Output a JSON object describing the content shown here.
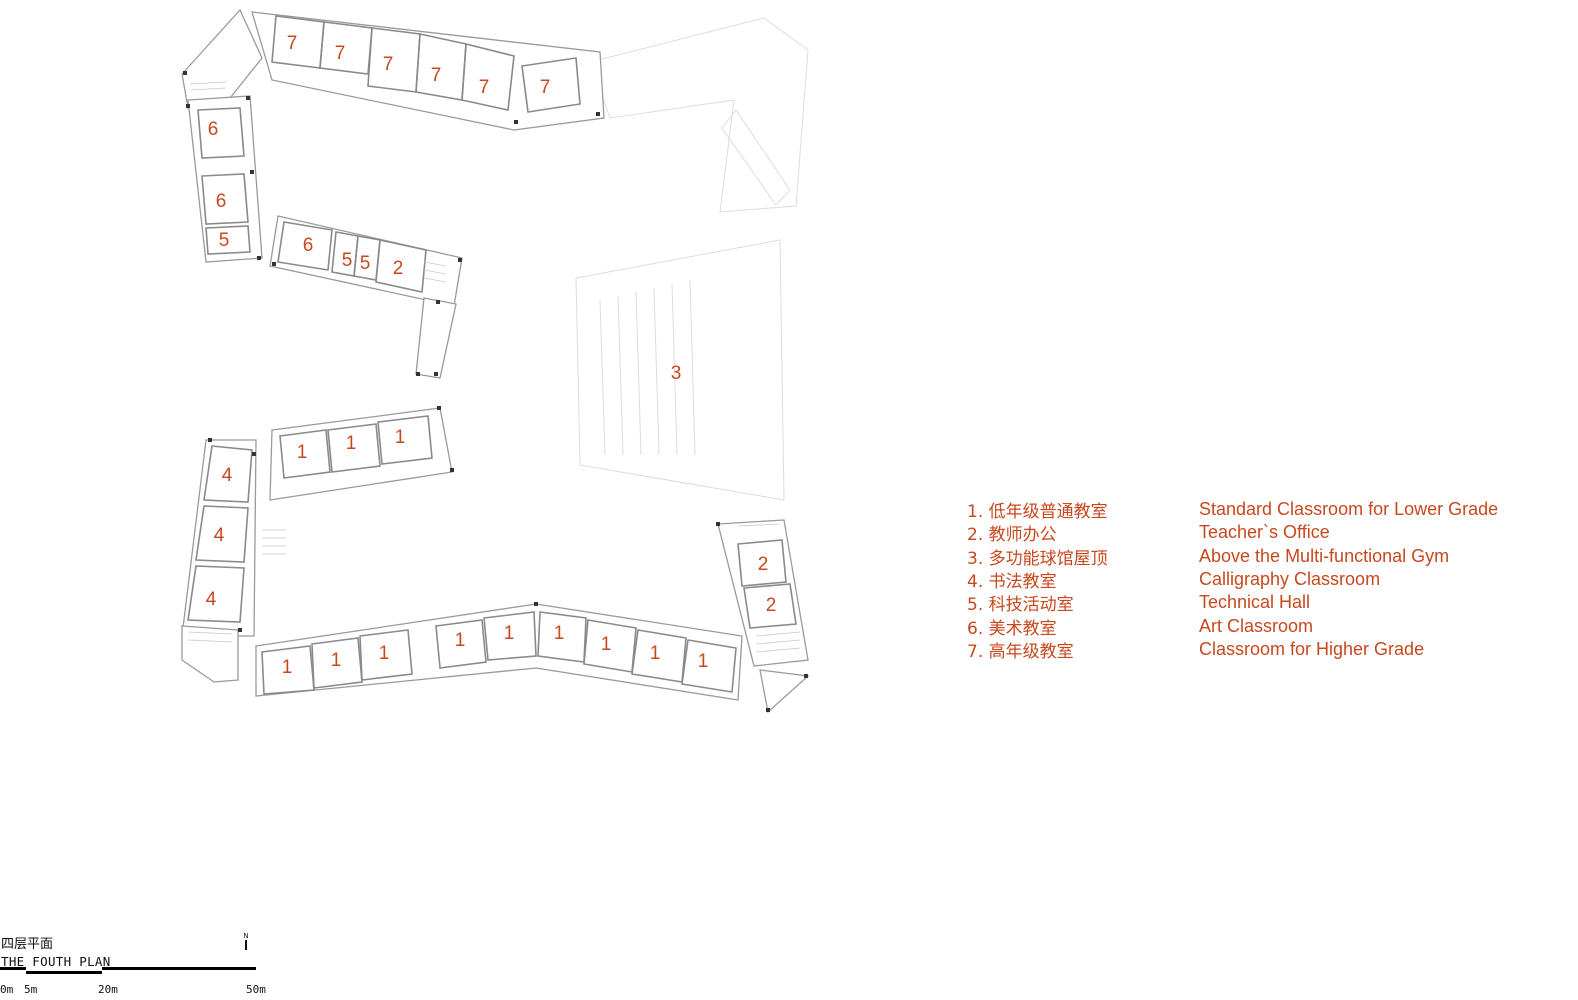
{
  "plan": {
    "room_numbers": {
      "r7": "7",
      "r6": "6",
      "r5": "5",
      "r2": "2",
      "r3": "3",
      "r1": "1",
      "r4": "4"
    }
  },
  "legend": [
    {
      "zh": "1. 低年级普通教室",
      "en": "Standard Classroom for Lower Grade"
    },
    {
      "zh": "2. 教师办公",
      "en": "Teacher`s Office"
    },
    {
      "zh": "3. 多功能球馆屋顶",
      "en": "Above the Multi-functional Gym"
    },
    {
      "zh": "4. 书法教室",
      "en": "Calligraphy Classroom"
    },
    {
      "zh": "5. 科技活动室",
      "en": "Technical Hall"
    },
    {
      "zh": "6. 美术教室",
      "en": "Art Classroom"
    },
    {
      "zh": "7. 高年级教室",
      "en": "Classroom for Higher Grade"
    }
  ],
  "title": {
    "zh": "四层平面",
    "en": "THE FOUTH PLAN"
  },
  "scale": {
    "labels": [
      "0m",
      "5m",
      "20m",
      "50m"
    ]
  },
  "north": {
    "label": "N"
  },
  "colors": {
    "accent": "#c8481e",
    "line": "#8a8a8a"
  }
}
